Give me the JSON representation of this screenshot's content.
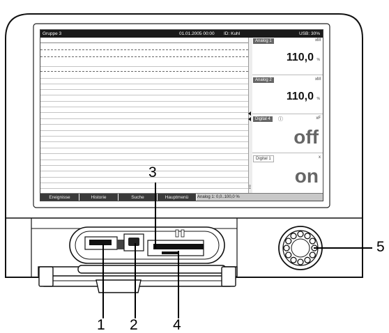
{
  "screen": {
    "status_bar": {
      "group": "Gruppe 3",
      "datetime": "01.01.2005 00:00",
      "id": "ID: Kuhl",
      "usb": "USB: 30%"
    },
    "channels": [
      {
        "label": "Analog 1",
        "code": "xM",
        "value": "110,0",
        "unit": "%"
      },
      {
        "label": "Analog 2",
        "code": "xM",
        "value": "110,0",
        "unit": "%"
      },
      {
        "label": "Digital 4",
        "code": "xF",
        "info_icon": "ⓘ",
        "state": "off"
      },
      {
        "label": "Digital 1",
        "code": "x",
        "state": "on"
      }
    ],
    "softkeys": [
      "Ereignisse",
      "Historie",
      "Suche",
      "Hauptmenü"
    ],
    "scale_info": "Analog 1: 0,0..100,0 %"
  },
  "callouts": [
    "1",
    "2",
    "3",
    "4",
    "5"
  ],
  "colors": {
    "housing_stroke": "#1a1a1a",
    "status_bar_bg": "#1a1a1a",
    "softkey_bg": "#3a3a3a",
    "panel_label_bg": "#666666"
  }
}
